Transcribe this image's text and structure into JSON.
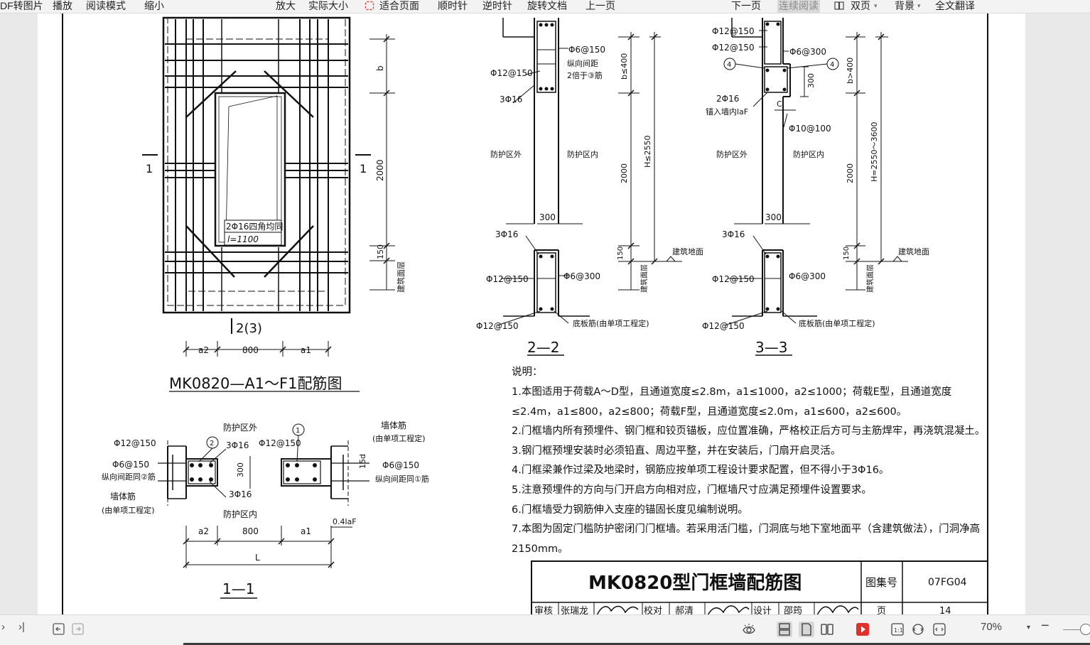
{
  "toolbar": {
    "items": [
      "DF转图片",
      "播放",
      "阅读模式",
      "缩小",
      "放大",
      "实际大小",
      "适合页面",
      "顺时针",
      "逆时针",
      "旋转文档",
      "上一页",
      "下一页",
      "连续阅读",
      "双页",
      "背景",
      "全文翻译"
    ]
  },
  "drawing": {
    "elevation_title": "MK0820—A1～F1配筋图",
    "elev_label_1": "1",
    "elev_label_2": "2(3)",
    "elev_dim_a2": "a2",
    "elev_dim_800": "800",
    "elev_dim_a1": "a1",
    "elev_dim_b": "b",
    "elev_dim_2000": "2000",
    "elev_dim_150": "150",
    "elev_floor": "建筑面层",
    "elev_note_1": "2Φ16四角均同",
    "elev_note_2": "l=1100",
    "sec11_title": "1—1",
    "sec11_outside": "防护区外",
    "sec11_inside": "防护区内",
    "sec11_p12": "Φ12@150",
    "sec11_p12b": "Φ12@150",
    "sec11_p6": "Φ6@150",
    "sec11_p6_note": "纵向间距同②筋",
    "sec11_wall": "墙体筋",
    "sec11_wall_note": "(由单项工程定)",
    "sec11_3p16a": "3Φ16",
    "sec11_3p16b": "3Φ16",
    "sec11_300": "300",
    "sec11_wall_r": "墙体筋",
    "sec11_wall_r_note": "(由单项工程定)",
    "sec11_15d": "15d",
    "sec11_p6r": "Φ6@150",
    "sec11_p6r_note": "纵向间距同①筋",
    "sec11_a2": "a2",
    "sec11_800": "800",
    "sec11_a1": "a1",
    "sec11_04laf": "0.4laF",
    "sec11_L": "L",
    "sec11_c2": "2",
    "sec11_c1": "1",
    "sec22_title": "2—2",
    "sec22_p6_150": "Φ6@150",
    "sec22_note_a": "纵向间距",
    "sec22_note_b": "2倍于③筋",
    "sec22_p12": "Φ12@150",
    "sec22_3p16": "3Φ16",
    "sec22_out": "防护区外",
    "sec22_in": "防护区内",
    "sec22_300": "300",
    "sec22_3p16b": "3Φ16",
    "sec22_p12b": "Φ12@150",
    "sec22_p6_300": "Φ6@300",
    "sec22_p12c": "Φ12@150",
    "sec22_base": "底板筋(由单项工程定)",
    "sec22_b400": "b≤400",
    "sec22_2000": "2000",
    "sec22_150": "150",
    "sec22_H": "H≤2550",
    "sec22_ground": "建筑地面",
    "sec22_floor": "建筑面层",
    "sec33_title": "3—3",
    "sec33_p12a": "Φ12@150",
    "sec33_p12b": "Φ12@150",
    "sec33_p6_300": "Φ6@300",
    "sec33_c4": "4",
    "sec33_2p16": "2Φ16",
    "sec33_anchor": "锚入墙内laF",
    "sec33_c": "C",
    "sec33_p10": "Φ10@100",
    "sec33_300v": "300",
    "sec33_out": "防护区外",
    "sec33_in": "防护区内",
    "sec33_300": "300",
    "sec33_3p16": "3Φ16",
    "sec33_p12c": "Φ12@150",
    "sec33_p6b": "Φ6@300",
    "sec33_p12d": "Φ12@150",
    "sec33_base": "底板筋(由单项工程定)",
    "sec33_b400": "b>400",
    "sec33_2000": "2000",
    "sec33_150": "150",
    "sec33_H": "H=2550～3600",
    "sec33_ground": "建筑地面",
    "sec33_floor": "建筑面层"
  },
  "notes": {
    "heading": "说明：",
    "lines": [
      "1.本图适用于荷载A～D型，且通道宽度≤2.8m，a1≤1000，a2≤1000；荷载E型，且通道宽度",
      "≤2.4m，a1≤800，a2≤800；荷载F型，且通道宽度≤2.0m，a1≤600，a2≤600。",
      "2.门框墙内所有预埋件、钢门框和铰页锚板，应位置准确，严格校正后方可与主筋焊牢，再浇筑混凝土。",
      "3.钢门框预埋安装时必须铅直、周边平整，并在安装后，门扇开启灵活。",
      "4.门框梁兼作过梁及地梁时，钢筋应按单项工程设计要求配置，但不得小于3Φ16。",
      "5.注意预埋件的方向与门开启方向相对应，门框墙尺寸应满足预埋件设置要求。",
      "6.门框墙受力钢筋伸入支座的锚固长度见编制说明。",
      "7.本图为固定门槛防护密闭门门框墙。若采用活门槛，门洞底与地下室地面平（含建筑做法），门洞净高",
      "2150mm。"
    ]
  },
  "title_block": {
    "title": "MK0820型门框墙配筋图",
    "atlas_label": "图集号",
    "atlas_no": "07FG04",
    "review": "审核",
    "reviewer": "张瑞龙",
    "check": "校对",
    "checker": "郝清",
    "design": "设计",
    "designer": "邵筠",
    "page_label": "页",
    "page_no": "14"
  },
  "statusbar": {
    "zoom": "70%"
  }
}
